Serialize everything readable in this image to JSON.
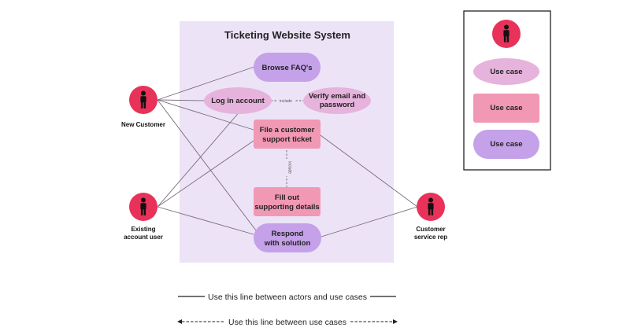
{
  "system": {
    "title": "Ticketing Website System"
  },
  "colors": {
    "boundary": "#ece3f7",
    "actor_circle": "#e8325a",
    "actor_figure": "#111111",
    "lilac": "#e6b3dd",
    "pink": "#f198b4",
    "purple": "#c4a1e8"
  },
  "actors": {
    "new_customer": {
      "label": "New Customer"
    },
    "existing_user": {
      "label_line1": "Existing",
      "label_line2": "account user"
    },
    "service_rep": {
      "label_line1": "Customer",
      "label_line2": "service rep"
    }
  },
  "use_cases": {
    "browse_faq": {
      "label": "Browse FAQ's"
    },
    "login": {
      "label": "Log in account"
    },
    "verify": {
      "line1": "Verify email and",
      "line2": "password"
    },
    "file_ticket": {
      "line1": "File a customer",
      "line2": "support ticket"
    },
    "fill_details": {
      "line1": "Fill out",
      "line2": "supporting details"
    },
    "respond": {
      "line1": "Respond",
      "line2": "with solution"
    }
  },
  "relations": {
    "include_label": "include"
  },
  "legend": {
    "lilac_label": "Use case",
    "pink_label": "Use case",
    "purple_label": "Use case"
  },
  "guides": {
    "solid_line_text": "Use this line between actors and use cases",
    "dashed_line_text": "Use this line between use cases"
  }
}
